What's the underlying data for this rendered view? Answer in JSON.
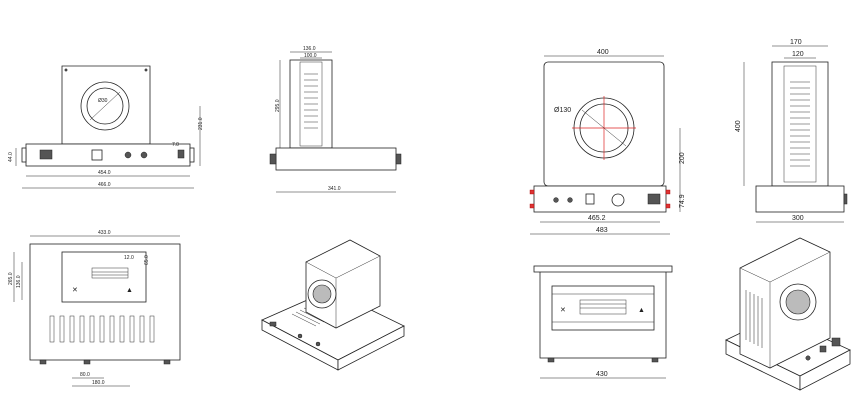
{
  "drawing_set_1": {
    "front_view": {
      "diameter_label": "Ø30",
      "total_width": "466.0",
      "inner_width": "454.0",
      "height_side": "231.0",
      "small_dim": "7.0",
      "left_height": "44.0"
    },
    "side_view": {
      "top_outer": "136.0",
      "top_inner": "100.0",
      "height": "295.0",
      "depth": "341.0"
    },
    "top_view": {
      "width": "433.0",
      "depth_outer": "265.0",
      "depth_inner": "136.0",
      "small_a": "12.0",
      "small_b": "65.0",
      "bottom_a": "80.0",
      "bottom_b": "180.0"
    }
  },
  "drawing_set_2": {
    "front_view": {
      "width_top": "400",
      "diameter_label": "Ø130",
      "center_height": "200",
      "base_height": "74.9",
      "inner_width": "465.2",
      "total_width": "483"
    },
    "side_view": {
      "top_outer": "170",
      "top_inner": "120",
      "height": "400",
      "depth": "300"
    },
    "top_view": {
      "width": "430"
    }
  }
}
